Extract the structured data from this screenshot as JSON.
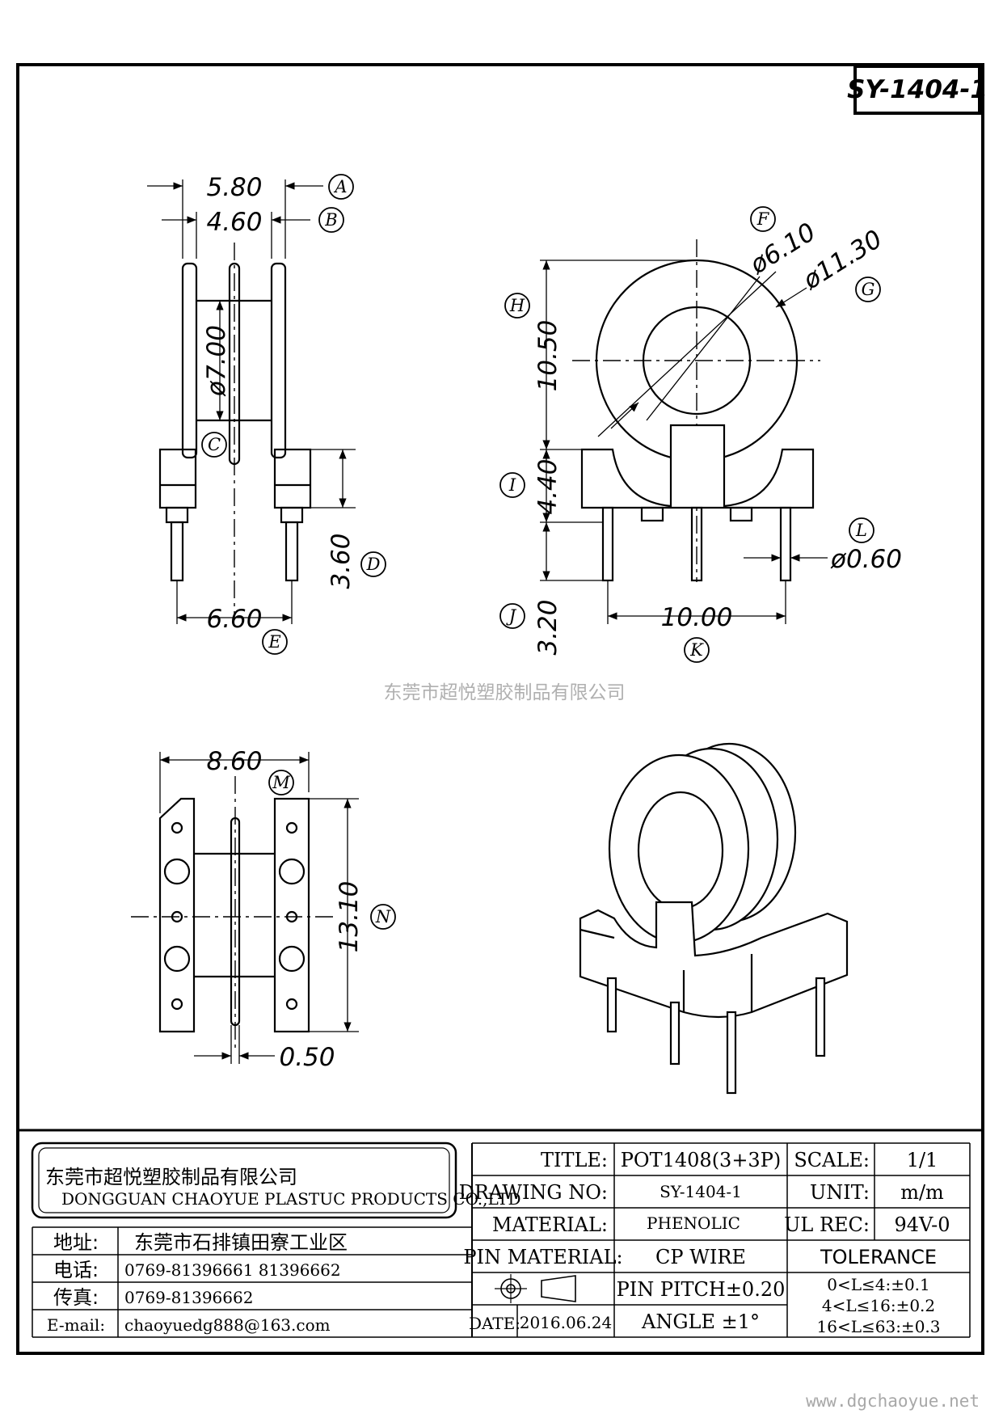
{
  "drawing_number_box": "SY-1404-1",
  "watermark": "东莞市超悦塑胶制品有限公司",
  "website": "www.dgchaoyue.net",
  "dimensions": {
    "A": "5.80",
    "B": "4.60",
    "C": "ø7.00",
    "D": "3.60",
    "E": "6.60",
    "F": "ø6.10",
    "G": "ø11.30",
    "H": "10.50",
    "I": "4.40",
    "J": "3.20",
    "K": "10.00",
    "L": "ø0.60",
    "M": "8.60",
    "N": "13.10",
    "O": "0.50"
  },
  "dimension_letters": [
    "A",
    "B",
    "C",
    "D",
    "E",
    "F",
    "G",
    "H",
    "I",
    "J",
    "K",
    "L",
    "M",
    "N"
  ],
  "title_block": {
    "company_cn": "东莞市超悦塑胶制品有限公司",
    "company_en": "DONGGUAN CHAOYUE PLASTUC PRODUCTS CO.,LTD",
    "address_label": "地址:",
    "address_value": "东莞市石排镇田寮工业区",
    "phone_label": "电话:",
    "phone_value": "0769-81396661  81396662",
    "fax_label": "传真:",
    "fax_value": "0769-81396662",
    "email_label": "E-mail:",
    "email_value": "chaoyuedg888@163.com",
    "title_label": "TITLE:",
    "title_value": "POT1408(3+3P)",
    "drawing_no_label": "DRAWING NO:",
    "drawing_no_value": "SY-1404-1",
    "material_label": "MATERIAL:",
    "material_value": "PHENOLIC",
    "pin_material_label": "PIN MATERIAL:",
    "pin_material_value": "CP WIRE",
    "date_label": "DATE:",
    "date_value": "2016.06.24",
    "pin_pitch": "PIN PITCH±0.20",
    "angle": "ANGLE  ±1°",
    "scale_label": "SCALE:",
    "scale_value": "1/1",
    "unit_label": "UNIT:",
    "unit_value": "m/m",
    "ul_label": "UL REC:",
    "ul_value": "94V-0",
    "tolerance_label": "TOLERANCE",
    "tol_1": "0<L≤4:±0.1",
    "tol_2": "4<L≤16:±0.2",
    "tol_3": "16<L≤63:±0.3"
  }
}
